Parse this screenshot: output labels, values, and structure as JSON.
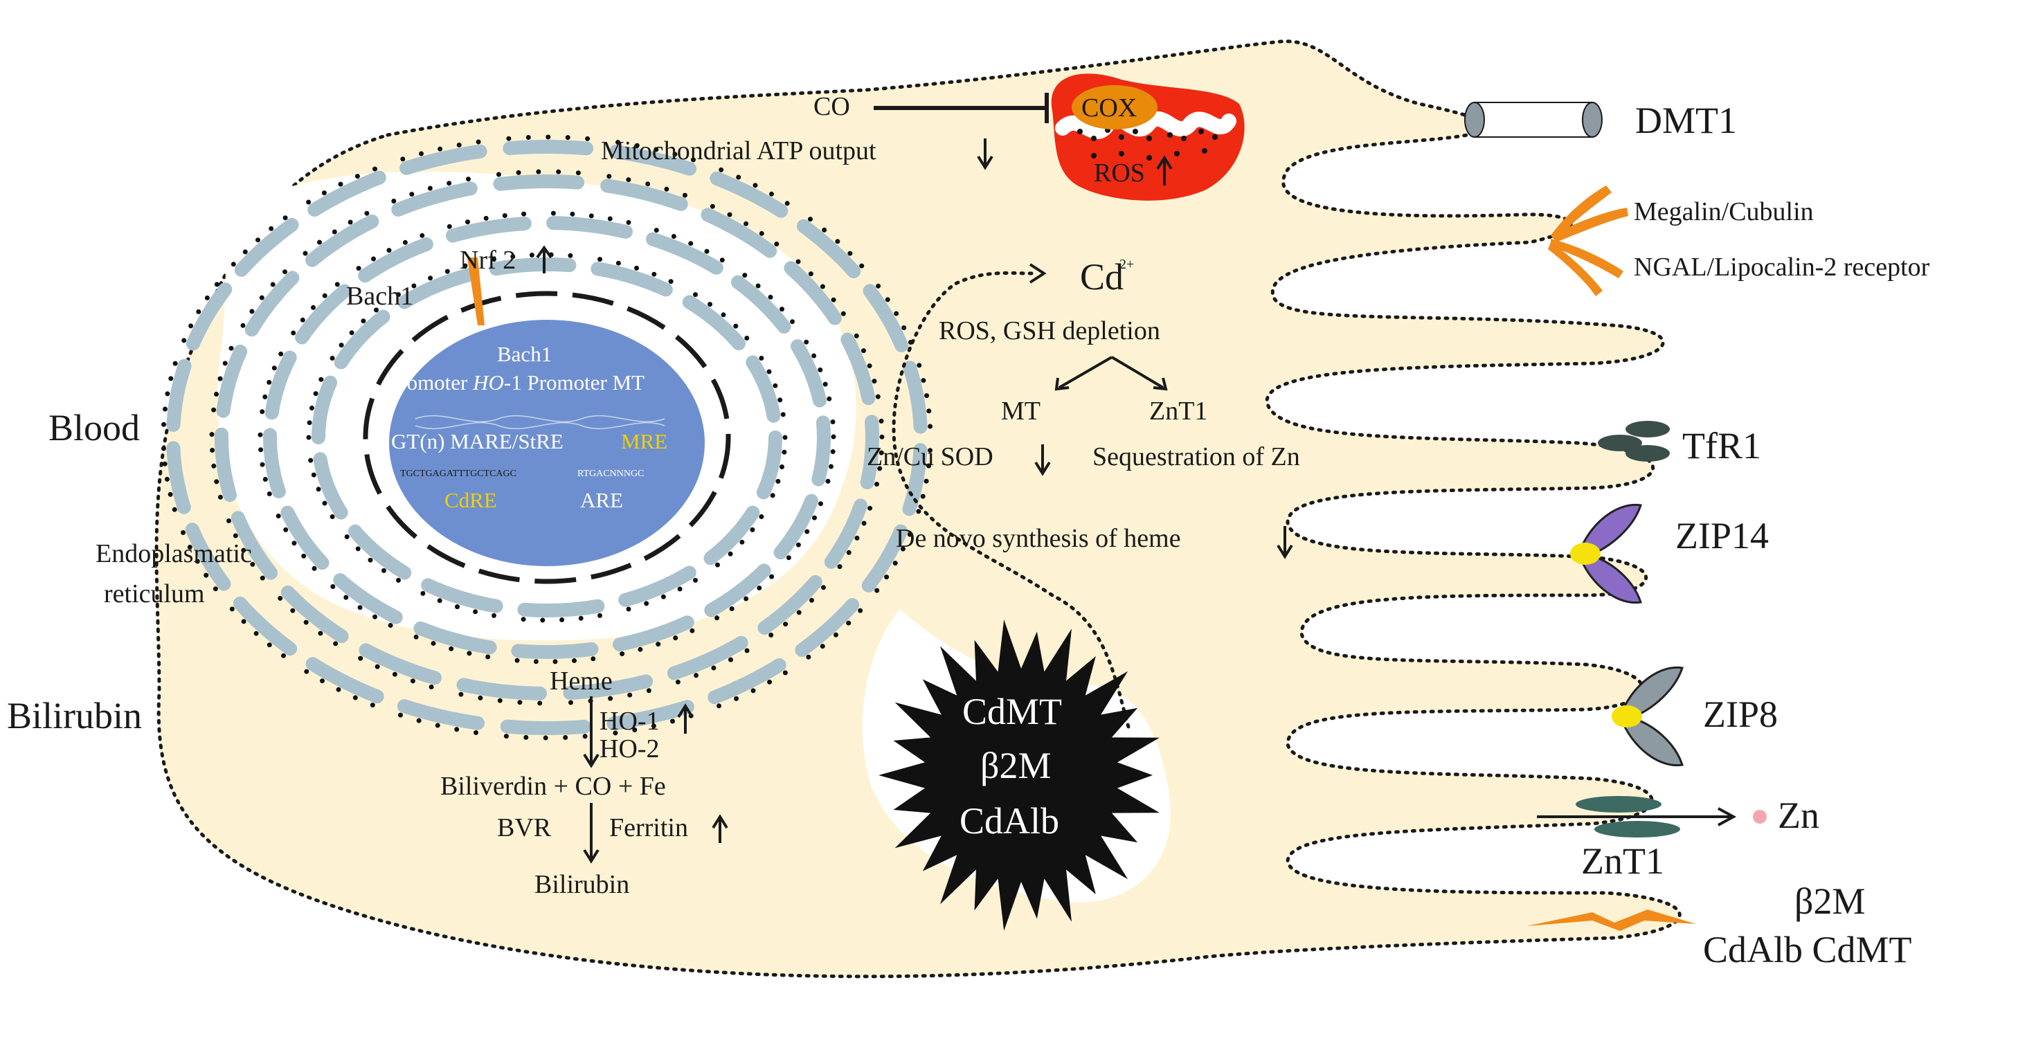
{
  "regions": {
    "blood": "Blood",
    "bilirubin_side": "Bilirubin",
    "er_line1": "Endoplasmatic",
    "er_line2": "reticulum"
  },
  "mitochondrion": {
    "cox": "COX",
    "ros": "ROS",
    "co": "CO",
    "atp": "Mitochondrial ATP output"
  },
  "nucleus": {
    "bach1_outer": "Bach1",
    "nrf2": "Nrf 2",
    "bach1_inner": "Bach1",
    "promoter_ho1_a": "Promoter ",
    "promoter_ho1_b": "HO",
    "promoter_ho1_c": "-1 Promoter MT",
    "gt_mare": "GT(n) MARE/StRE",
    "mre": "MRE",
    "seq_left": "TGCTGAGATTTGCTCAGC",
    "seq_right": "RTGACNNNGC",
    "cdre": "CdRE",
    "are": "ARE"
  },
  "pathway": {
    "cd": "Cd",
    "cd_charge": "2+",
    "ros_gsh": "ROS, GSH depletion",
    "mt": "MT",
    "znt1_mid": "ZnT1",
    "zncu_sod": "Zn/Cu SOD",
    "sequestration": "Sequestration of Zn",
    "de_novo": "De novo synthesis of heme"
  },
  "heme": {
    "heme": "Heme",
    "ho1": "HO-1",
    "ho2": "HO-2",
    "biliverdin": "Biliverdin + CO + Fe",
    "bvr": "BVR",
    "ferritin": "Ferritin",
    "bilirubin": "Bilirubin"
  },
  "complex": {
    "line1": "CdMT",
    "line2": "β2M",
    "line3": "CdAlb"
  },
  "transporters": {
    "dmt1": "DMT1",
    "megalin": "Megalin/Cubulin",
    "ngal": "NGAL/Lipocalin-2 receptor",
    "tfr1": "TfR1",
    "zip14": "ZIP14",
    "zip8": "ZIP8",
    "zn": "Zn",
    "znt1": "ZnT1",
    "b2m": "β2M",
    "cdalb_cdmt": "CdAlb CdMT"
  },
  "colors": {
    "cytoplasm": "#fdf3d4",
    "nucleus": "#6e8fcf",
    "er": "#a9c1cc",
    "mitochondrion": "#ee2a12",
    "cox": "#e88a0a",
    "megalin": "#f08a1a",
    "tfr1": "#3c4e4a",
    "zip14": "#8a6cc6",
    "zip8": "#8e9aa2",
    "znt1": "#3d6a62",
    "zn": "#f4a6ad",
    "yellow": "#f5e20a",
    "complex": "#111111"
  }
}
